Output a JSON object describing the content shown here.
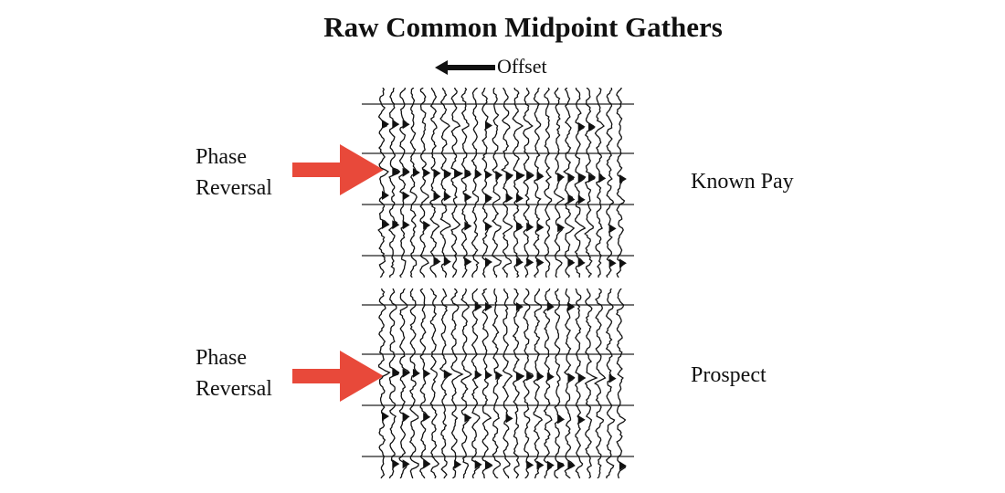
{
  "title": "Raw Common Midpoint Gathers",
  "axis": {
    "offset_label": "Offset",
    "offset_arrow_direction": "left"
  },
  "gathers": [
    {
      "side_label_line1": "Phase",
      "side_label_line2": "Reversal",
      "right_label": "Known Pay"
    },
    {
      "side_label_line1": "Phase",
      "side_label_line2": "Reversal",
      "right_label": "Prospect"
    }
  ],
  "colors": {
    "arrow": "#e8493a",
    "ink": "#111111",
    "background": "#ffffff"
  }
}
